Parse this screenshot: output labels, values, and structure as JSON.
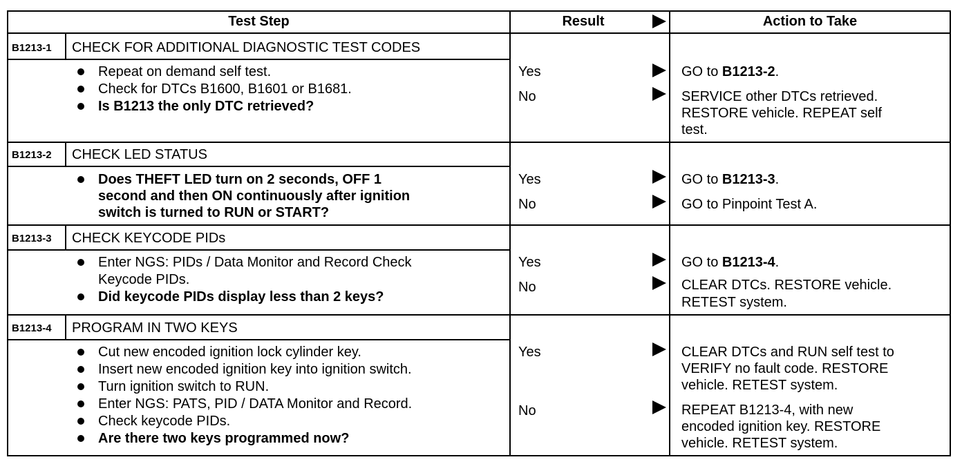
{
  "header": {
    "test_step": "Test Step",
    "result": "Result",
    "action": "Action to Take"
  },
  "steps": [
    {
      "code": "B1213-1",
      "title": "CHECK FOR ADDITIONAL DIAGNOSTIC TEST CODES",
      "items": [
        {
          "lines": [
            "Repeat on demand self test."
          ],
          "bold": false
        },
        {
          "lines": [
            "Check for DTCs B1600, B1601 or B1681."
          ],
          "bold": false
        },
        {
          "lines": [
            "Is B1213 the only DTC retrieved?"
          ],
          "bold": true
        }
      ],
      "yes_label": "Yes",
      "no_label": "No",
      "yes_action": {
        "prefix": "GO to ",
        "ref": "B1213-2",
        "suffix": "."
      },
      "no_action_lines": [
        "SERVICE other DTCs retrieved.",
        "RESTORE vehicle. REPEAT self",
        "test."
      ]
    },
    {
      "code": "B1213-2",
      "title": "CHECK LED STATUS",
      "items": [
        {
          "lines": [
            "Does THEFT LED turn on 2 seconds, OFF 1",
            "second and then ON continuously after ignition",
            "switch is turned to RUN or START?"
          ],
          "bold": true
        }
      ],
      "yes_label": "Yes",
      "no_label": "No",
      "yes_action": {
        "prefix": "GO to ",
        "ref": "B1213-3",
        "suffix": "."
      },
      "no_action_lines": [
        "GO to Pinpoint Test A."
      ]
    },
    {
      "code": "B1213-3",
      "title": "CHECK KEYCODE PIDs",
      "items": [
        {
          "lines": [
            "Enter NGS: PIDs / Data Monitor and Record Check",
            "Keycode PIDs."
          ],
          "bold": false
        },
        {
          "lines": [
            "Did keycode PIDs display less than 2 keys?"
          ],
          "bold": true
        }
      ],
      "yes_label": "Yes",
      "no_label": "No",
      "yes_action": {
        "prefix": "GO to ",
        "ref": "B1213-4",
        "suffix": "."
      },
      "no_action_lines": [
        "CLEAR DTCs. RESTORE vehicle.",
        "RETEST system."
      ]
    },
    {
      "code": "B1213-4",
      "title": "PROGRAM IN TWO KEYS",
      "items": [
        {
          "lines": [
            "Cut new encoded ignition lock cylinder key."
          ],
          "bold": false
        },
        {
          "lines": [
            "Insert new encoded ignition key into ignition switch."
          ],
          "bold": false
        },
        {
          "lines": [
            "Turn ignition switch to RUN."
          ],
          "bold": false
        },
        {
          "lines": [
            "Enter NGS: PATS, PID / DATA Monitor and Record."
          ],
          "bold": false
        },
        {
          "lines": [
            "Check keycode PIDs."
          ],
          "bold": false
        },
        {
          "lines": [
            "Are there two keys programmed now?"
          ],
          "bold": true
        }
      ],
      "yes_label": "Yes",
      "no_label": "No",
      "yes_action_lines": [
        "CLEAR DTCs and RUN self test to",
        "VERIFY no fault code. RESTORE",
        "vehicle. RETEST system."
      ],
      "no_action_lines": [
        "REPEAT B1213-4, with new",
        "encoded ignition  key. RESTORE",
        "vehicle. RETEST system."
      ]
    }
  ]
}
